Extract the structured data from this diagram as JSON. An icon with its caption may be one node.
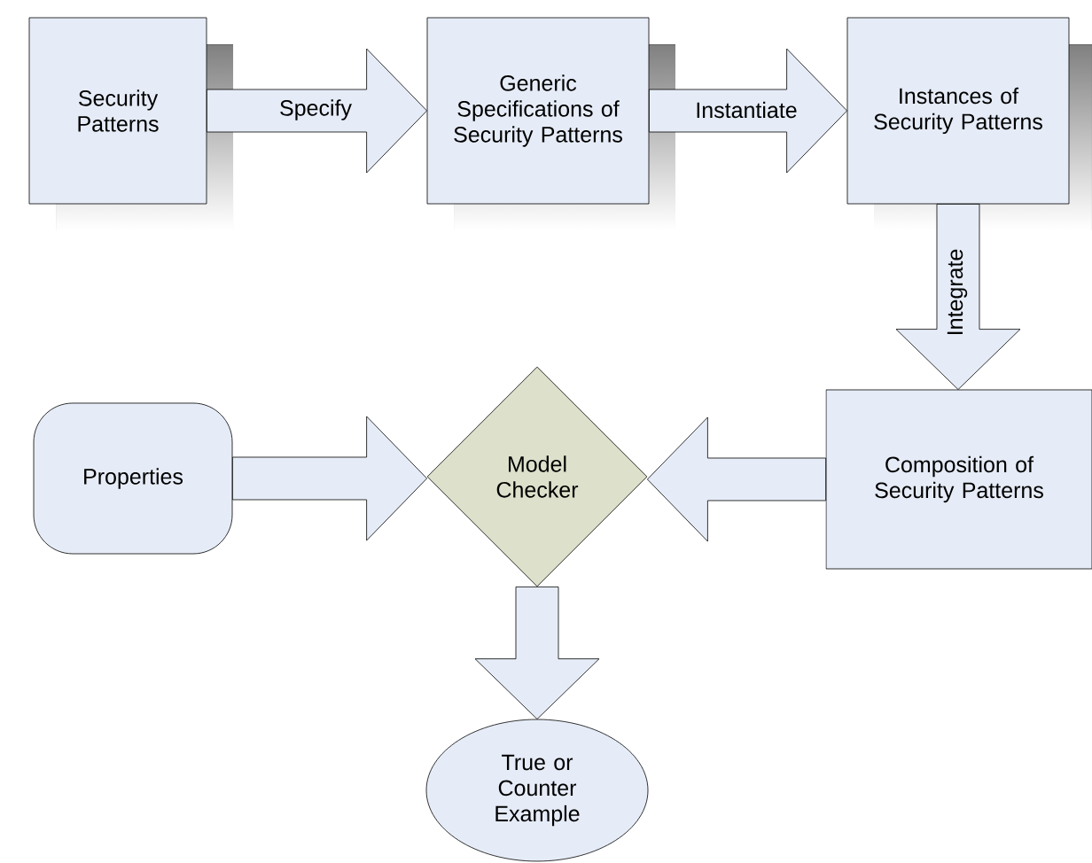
{
  "diagram": {
    "nodes": [
      {
        "text": [
          "Security Patterns"
        ]
      },
      {
        "text": [
          "Generic Specifications of Security Patterns"
        ]
      },
      {
        "text": [
          "Instances of Security Patterns"
        ]
      },
      {
        "text": [
          "Properties"
        ]
      },
      {
        "text": [
          "Model Checker"
        ]
      },
      {
        "text": [
          "Composition of Security Patterns"
        ]
      },
      {
        "text": [
          "True or Counter Example"
        ]
      }
    ],
    "edges": [
      {
        "from": 0,
        "to": 1,
        "arrow": "to",
        "label": "Specify"
      },
      {
        "from": 1,
        "to": 2,
        "arrow": "to",
        "label": "Instantiate"
      },
      {
        "from": 2,
        "to": 5,
        "arrow": "to",
        "label": "Integrate"
      },
      {
        "from": 3,
        "to": 4,
        "arrow": "to"
      },
      {
        "from": 5,
        "to": 4,
        "arrow": "to"
      },
      {
        "from": 4,
        "to": 6,
        "arrow": "to"
      }
    ]
  }
}
